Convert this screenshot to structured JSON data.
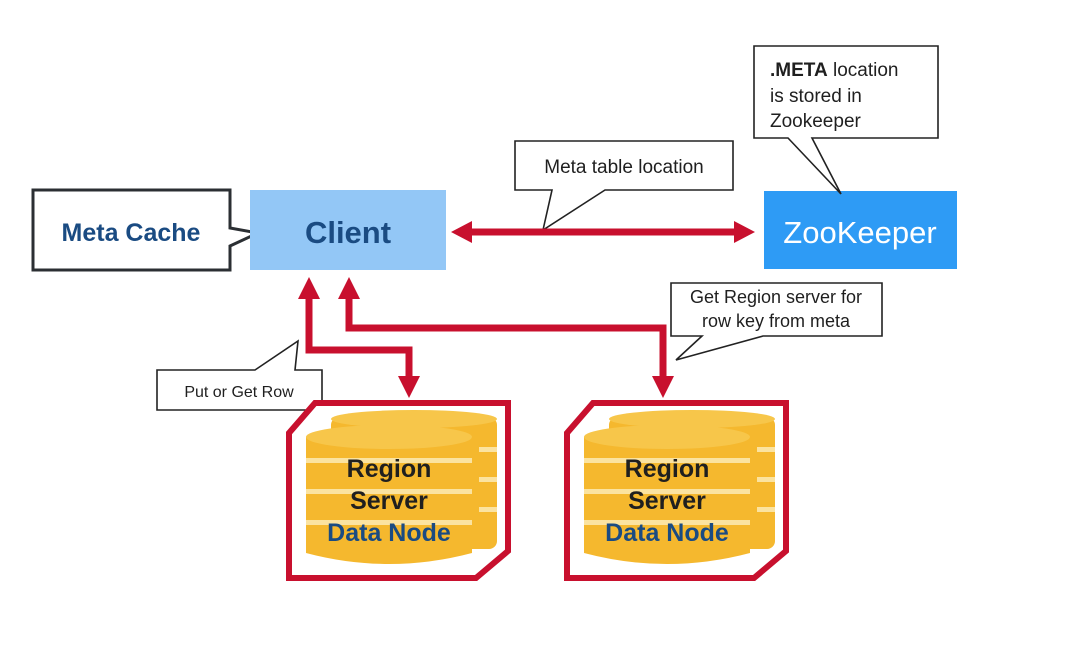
{
  "diagram": {
    "title": "HBase client read/write flow",
    "nodes": {
      "client": {
        "label": "Client",
        "color": "#93c7f6",
        "text_color": "#1a4b82"
      },
      "zookeeper": {
        "label": "ZooKeeper",
        "color": "#2e9bf5",
        "text_color": "#ffffff"
      },
      "region_server_1": {
        "line1": "Region",
        "line2": "Server",
        "line3": "Data Node"
      },
      "region_server_2": {
        "line1": "Region",
        "line2": "Server",
        "line3": "Data Node"
      }
    },
    "callouts": {
      "meta_cache": {
        "text": "Meta Cache"
      },
      "meta_location": {
        "bold": ".META",
        "line1_rest": " location",
        "line2": "is stored in",
        "line3": "Zookeeper"
      },
      "meta_table_location": {
        "text": "Meta table location"
      },
      "put_get_row": {
        "text": "Put or Get  Row"
      },
      "get_region_server": {
        "line1": "Get Region server for",
        "line2": "row key from meta"
      }
    },
    "edges": [
      {
        "from": "client",
        "to": "zookeeper",
        "type": "bidirectional",
        "label": "Meta table location"
      },
      {
        "from": "client",
        "to": "region_server_1",
        "type": "bidirectional",
        "label": "Put or Get  Row"
      },
      {
        "from": "client",
        "to": "region_server_2",
        "type": "bidirectional",
        "label": "Get Region server for row key from meta"
      }
    ],
    "colors": {
      "arrow": "#c8102e",
      "disk": "#f5b82e",
      "client_fill": "#93c7f6",
      "zookeeper_fill": "#2e9bf5",
      "navy_text": "#1a4b82"
    }
  }
}
